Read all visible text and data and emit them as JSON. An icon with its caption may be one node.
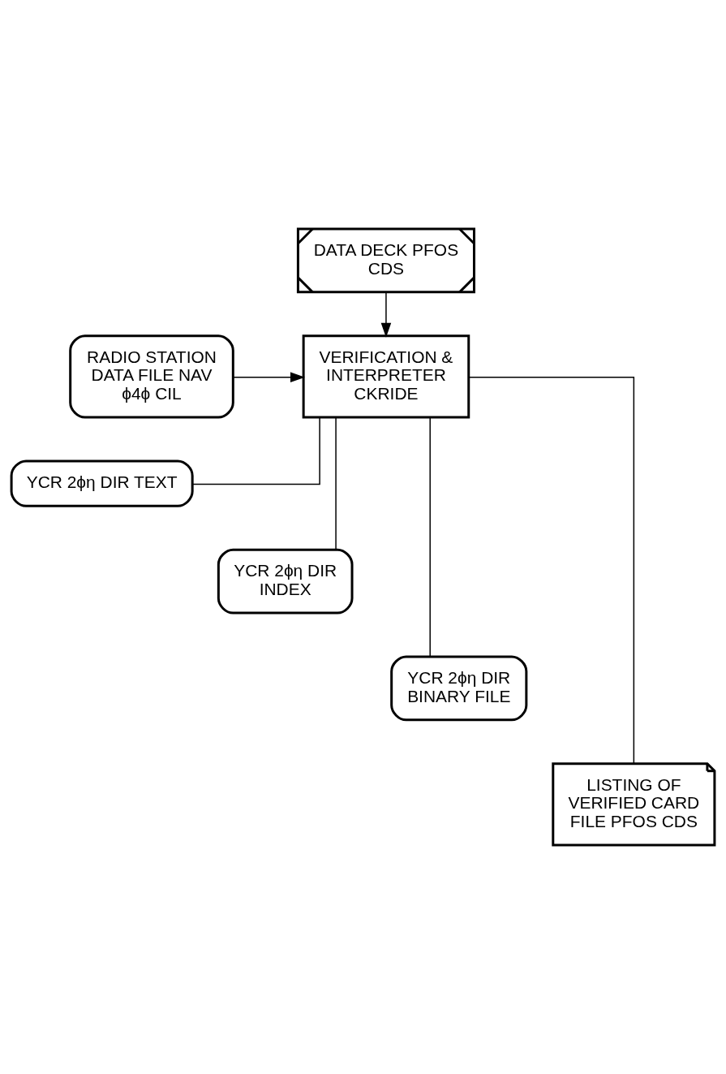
{
  "diagram": {
    "nodes": [
      {
        "text": [
          "DATA DECK PFOS CDS"
        ]
      },
      {
        "text": [
          "RADIO STATION DATA FILE NAV ϕ4ϕ CIL"
        ]
      },
      {
        "text": [
          "VERIFICATION & INTERPRETER CKRIDE"
        ]
      },
      {
        "text": [
          "YCR 2ϕη DIR TEXT"
        ]
      },
      {
        "text": [
          "YCR 2ϕη DIR INDEX"
        ]
      },
      {
        "text": [
          "YCR 2ϕη DIR BINARY FILE"
        ]
      },
      {
        "text": [
          "LISTING OF VERIFIED CARD FILE PFOS CDS"
        ]
      }
    ],
    "edges": [
      {
        "from": 0,
        "to": 2,
        "arrow": "to"
      },
      {
        "from": 1,
        "to": 2,
        "arrow": "to"
      },
      {
        "from": 2,
        "to": 3,
        "arrow": "none"
      },
      {
        "from": 2,
        "to": 4,
        "arrow": "none"
      },
      {
        "from": 2,
        "to": 5,
        "arrow": "none"
      },
      {
        "from": 2,
        "to": 6,
        "arrow": "none"
      }
    ]
  }
}
